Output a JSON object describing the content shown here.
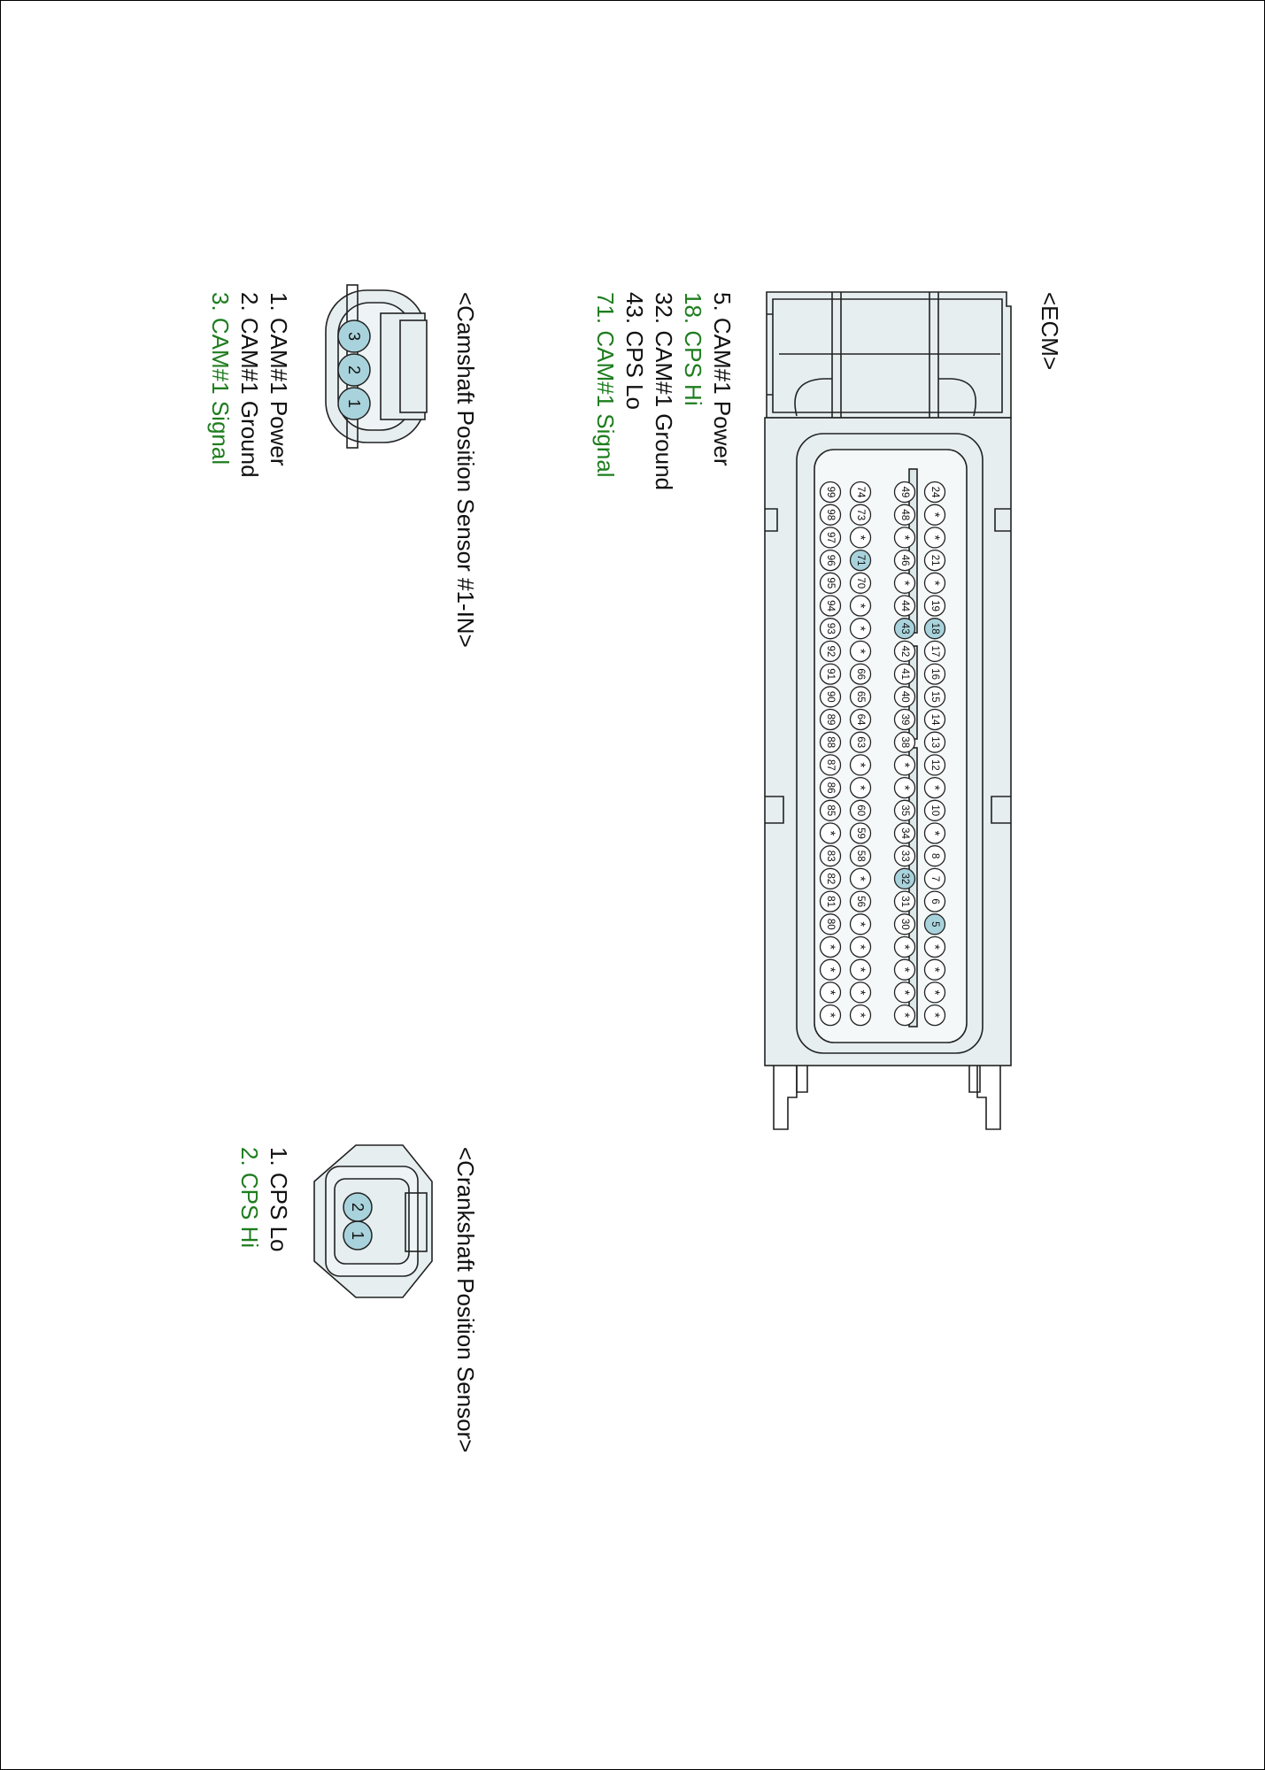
{
  "colors": {
    "black": "#111111",
    "green": "#1e7d1e",
    "pin_highlight": "#a9d3dc",
    "body_fill": "#e6eef0",
    "stroke": "#222222"
  },
  "ecm": {
    "title": "<ECM>",
    "pins": [
      {
        "text": "5. CAM#1 Power",
        "color": "black"
      },
      {
        "text": "18. CPS Hi",
        "color": "green"
      },
      {
        "text": "32. CAM#1 Ground",
        "color": "black"
      },
      {
        "text": "43. CPS Lo",
        "color": "black"
      },
      {
        "text": "71. CAM#1 Signal",
        "color": "green"
      }
    ],
    "rows": [
      [
        "24",
        "*",
        "*",
        "21",
        "*",
        "19",
        "18",
        "17",
        "16",
        "15",
        "14",
        "13",
        "12",
        "*",
        "10",
        "*",
        "8",
        "7",
        "6",
        "5",
        "*",
        "*",
        "*",
        "*"
      ],
      [
        "49",
        "48",
        "*",
        "46",
        "*",
        "44",
        "43",
        "42",
        "41",
        "40",
        "39",
        "38",
        "*",
        "*",
        "35",
        "34",
        "33",
        "32",
        "31",
        "30",
        "*",
        "*",
        "*",
        "*"
      ],
      [
        "74",
        "73",
        "*",
        "71",
        "70",
        "*",
        "*",
        "*",
        "66",
        "65",
        "64",
        "63",
        "*",
        "*",
        "60",
        "59",
        "58",
        "*",
        "56",
        "*",
        "*",
        "*",
        "*",
        "*"
      ],
      [
        "99",
        "98",
        "97",
        "96",
        "95",
        "94",
        "93",
        "92",
        "91",
        "90",
        "89",
        "88",
        "87",
        "86",
        "85",
        "*",
        "83",
        "82",
        "81",
        "80",
        "*",
        "*",
        "*",
        "*"
      ]
    ],
    "highlighted": [
      "5",
      "18",
      "32",
      "43",
      "71"
    ]
  },
  "cam_sensor": {
    "title": "<Camshaft Position Sensor #1-IN>",
    "pin_numbers": [
      "3",
      "2",
      "1"
    ],
    "pins": [
      {
        "text": "1. CAM#1 Power",
        "color": "black"
      },
      {
        "text": "2. CAM#1 Ground",
        "color": "black"
      },
      {
        "text": "3. CAM#1 Signal",
        "color": "green"
      }
    ]
  },
  "crank_sensor": {
    "title": "<Crankshaft Position Sensor>",
    "pin_numbers": [
      "2",
      "1"
    ],
    "pins": [
      {
        "text": "1. CPS Lo",
        "color": "black"
      },
      {
        "text": "2. CPS Hi",
        "color": "green"
      }
    ]
  }
}
